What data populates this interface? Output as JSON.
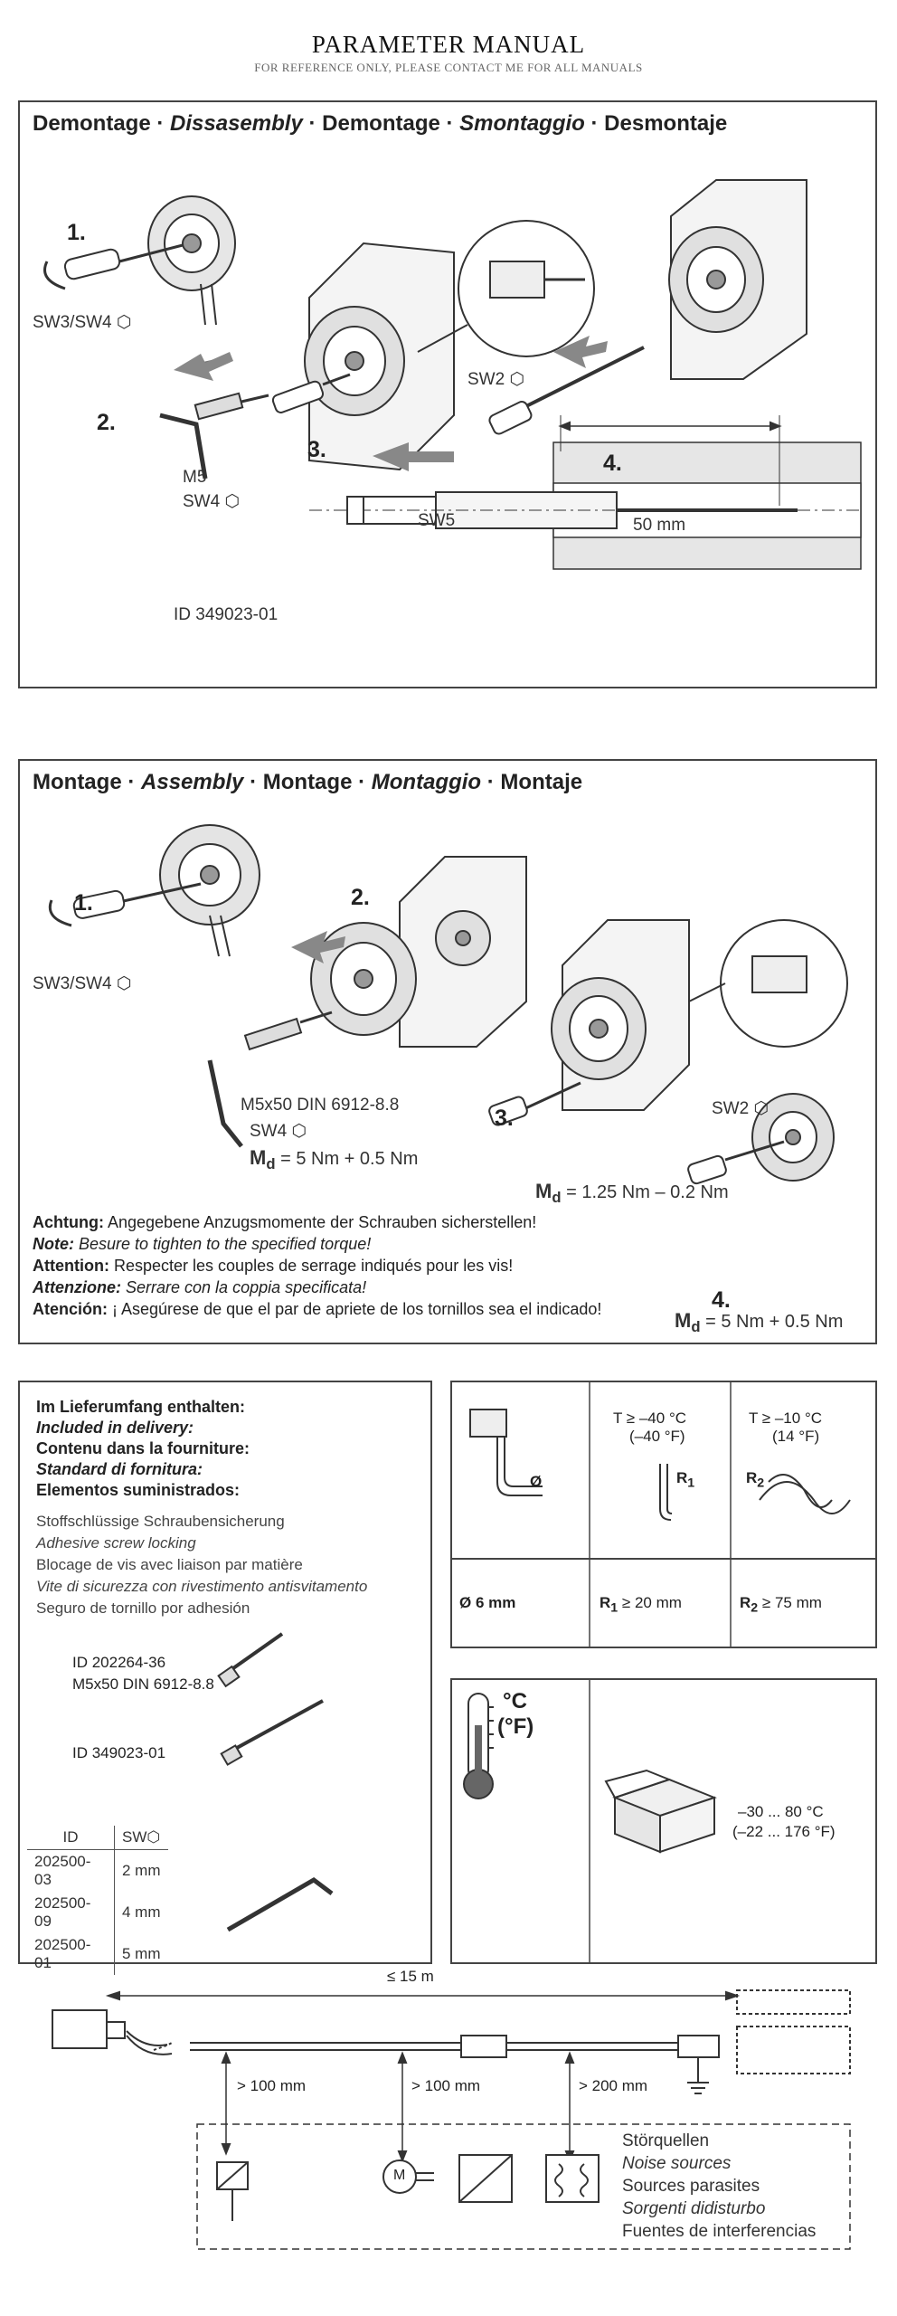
{
  "header": {
    "title": "PARAMETER MANUAL",
    "subtitle": "FOR REFERENCE ONLY, PLEASE CONTACT ME FOR ALL MANUALS"
  },
  "disassembly": {
    "heading": {
      "de": "Demontage",
      "en": "Dissasembly",
      "fr": "Demontage",
      "it": "Smontaggio",
      "es": "Desmontaje",
      "sep": "·"
    },
    "steps": [
      "1.",
      "2.",
      "3.",
      "4."
    ],
    "labels": {
      "sw34": "SW3/SW4",
      "m5": "M5",
      "sw4": "SW4",
      "sw2": "SW2",
      "sw5": "SW5",
      "dim": "50 mm",
      "id": "ID 349023-01"
    }
  },
  "assembly": {
    "heading": {
      "de": "Montage",
      "en": "Assembly",
      "fr": "Montage",
      "it": "Montaggio",
      "es": "Montaje",
      "sep": "·"
    },
    "steps": [
      "1.",
      "2.",
      "3.",
      "4."
    ],
    "labels": {
      "sw34": "SW3/SW4",
      "screw": "M5x50 DIN 6912-8.8",
      "sw4": "SW4",
      "md1_sym": "M",
      "md1_sub": "d",
      "md1_val": "= 5 Nm + 0.5 Nm",
      "md2_val": "= 1.25 Nm – 0.2 Nm",
      "md3_val": "= 5 Nm + 0.5 Nm",
      "sw2": "SW2"
    },
    "notes": [
      {
        "label": "Achtung:",
        "text": "Angegebene Anzugsmomente der Schrauben sicherstellen!"
      },
      {
        "label": "Note:",
        "text": "Besure to tighten to the specified torque!"
      },
      {
        "label": "Attention:",
        "text": "Respecter les couples de serrage indiqués pour les vis!"
      },
      {
        "label": "Attenzione:",
        "text": "Serrare con la coppia specificata!"
      },
      {
        "label": "Atención:",
        "text": "¡ Asegúrese de que el par de apriete de los tornillos sea el indicado!"
      }
    ]
  },
  "delivery": {
    "headings": [
      "Im Lieferumfang enthalten:",
      "Included in delivery:",
      "Contenu dans la fourniture:",
      "Standard di fornitura:",
      "Elementos suministrados:"
    ],
    "items": [
      "Stoffschlüssige Schraubensicherung",
      "Adhesive screw locking",
      "Blocage de vis avec liaison par matière",
      "Vite di sicurezza con rivestimento antisvitamento",
      "Seguro de tornillo por adhesión"
    ],
    "part1_id": "ID 202264-36",
    "part1_spec": "M5x50 DIN 6912-8.8",
    "part2_id": "ID 349023-01",
    "table": {
      "col_id": "ID",
      "col_sw": "SW",
      "rows": [
        {
          "id": "202500-03",
          "sw": "2 mm"
        },
        {
          "id": "202500-09",
          "sw": "4 mm"
        },
        {
          "id": "202500-01",
          "sw": "5 mm"
        }
      ]
    }
  },
  "cable": {
    "t1": "T ≥ –40 °C",
    "t1f": "(–40 °F)",
    "t2": "T ≥ –10 °C",
    "t2f": "(14 °F)",
    "r1": "R",
    "r1sub": "1",
    "r2": "R",
    "r2sub": "2",
    "phi": "Ø",
    "dia": "Ø 6 mm",
    "r1val": "≥ 20 mm",
    "r2val": "≥ 75 mm"
  },
  "temperature": {
    "unit_c": "°C",
    "unit_f": "(°F)",
    "range_c": "–30 ... 80 °C",
    "range_f": "(–22 ... 176 °F)"
  },
  "wiring": {
    "max_len": "≤ 15 m",
    "d1": "> 100 mm",
    "d2": "> 100 mm",
    "d3": "> 200 mm",
    "motor": "M",
    "noise": [
      "Störquellen",
      "Noise sources",
      "Sources parasites",
      "Sorgenti didisturbo",
      "Fuentes de interferencias"
    ]
  }
}
